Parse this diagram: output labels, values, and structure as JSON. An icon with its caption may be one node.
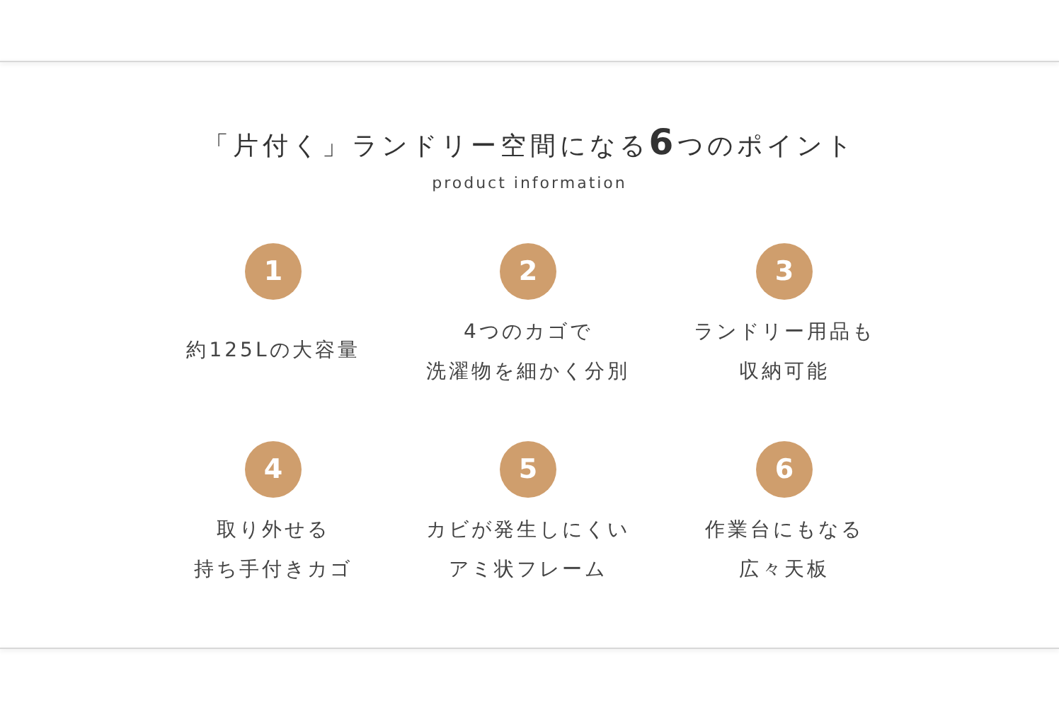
{
  "diagram": {
    "title": "「片付く」ランドリー空間になる**6**つのポイント",
    "nodes": [
      {
        "text": [
          "1"
        ],
        "beside": [
          "約125Lの大容量"
        ]
      },
      {
        "text": [
          "2"
        ],
        "beside": [
          "4つのカゴで洗濯物を細かく分別"
        ]
      },
      {
        "text": [
          "3"
        ],
        "beside": [
          "ランドリー用品も収納可能"
        ]
      },
      {
        "text": [
          "4"
        ],
        "beside": [
          "取り外せる持ち手付きカゴ"
        ]
      },
      {
        "text": [
          "5"
        ],
        "beside": [
          "カビが発生しにくいアミ状フレーム"
        ]
      },
      {
        "text": [
          "6"
        ],
        "beside": [
          "作業台にもなる広々天板"
        ]
      }
    ],
    "labels": [
      "product information"
    ]
  }
}
